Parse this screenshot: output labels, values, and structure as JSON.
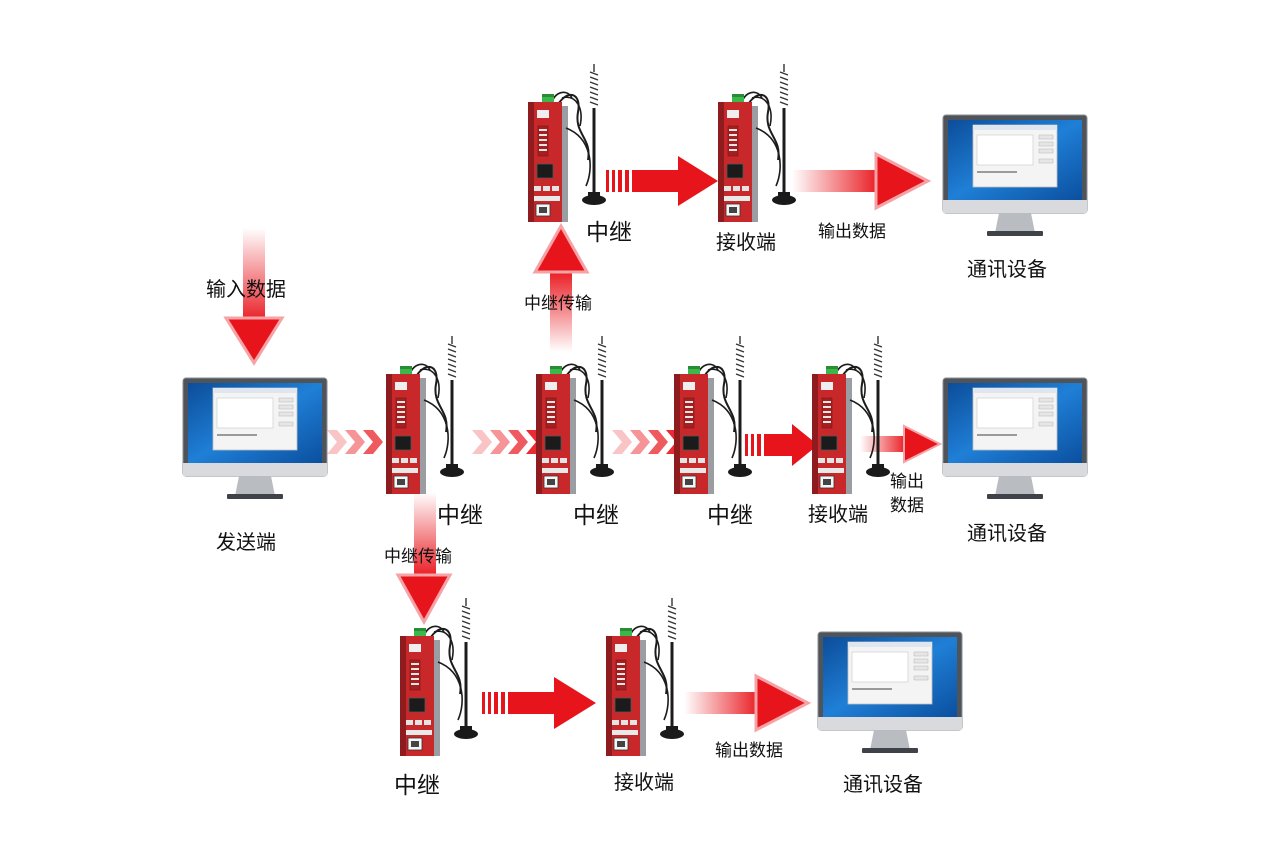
{
  "labels": {
    "input_data": "输入数据",
    "sender": "发送端",
    "relay": "中继",
    "receiver": "接收端",
    "output_data": "输出数据",
    "output_line1": "输出",
    "output_line2": "数据",
    "relay_transfer": "中继传输",
    "comm_device": "通讯设备"
  },
  "colors": {
    "arrow_red": "#e8141b",
    "device_red": "#c8282a",
    "device_dark": "#8e1c1e",
    "terminal_green": "#3bb84a",
    "monitor_bezel": "#5a5f66",
    "screen_blue": "#1f7fd6"
  },
  "icons": [
    "monitor-icon",
    "router-icon",
    "antenna-icon",
    "arrow-icon"
  ]
}
